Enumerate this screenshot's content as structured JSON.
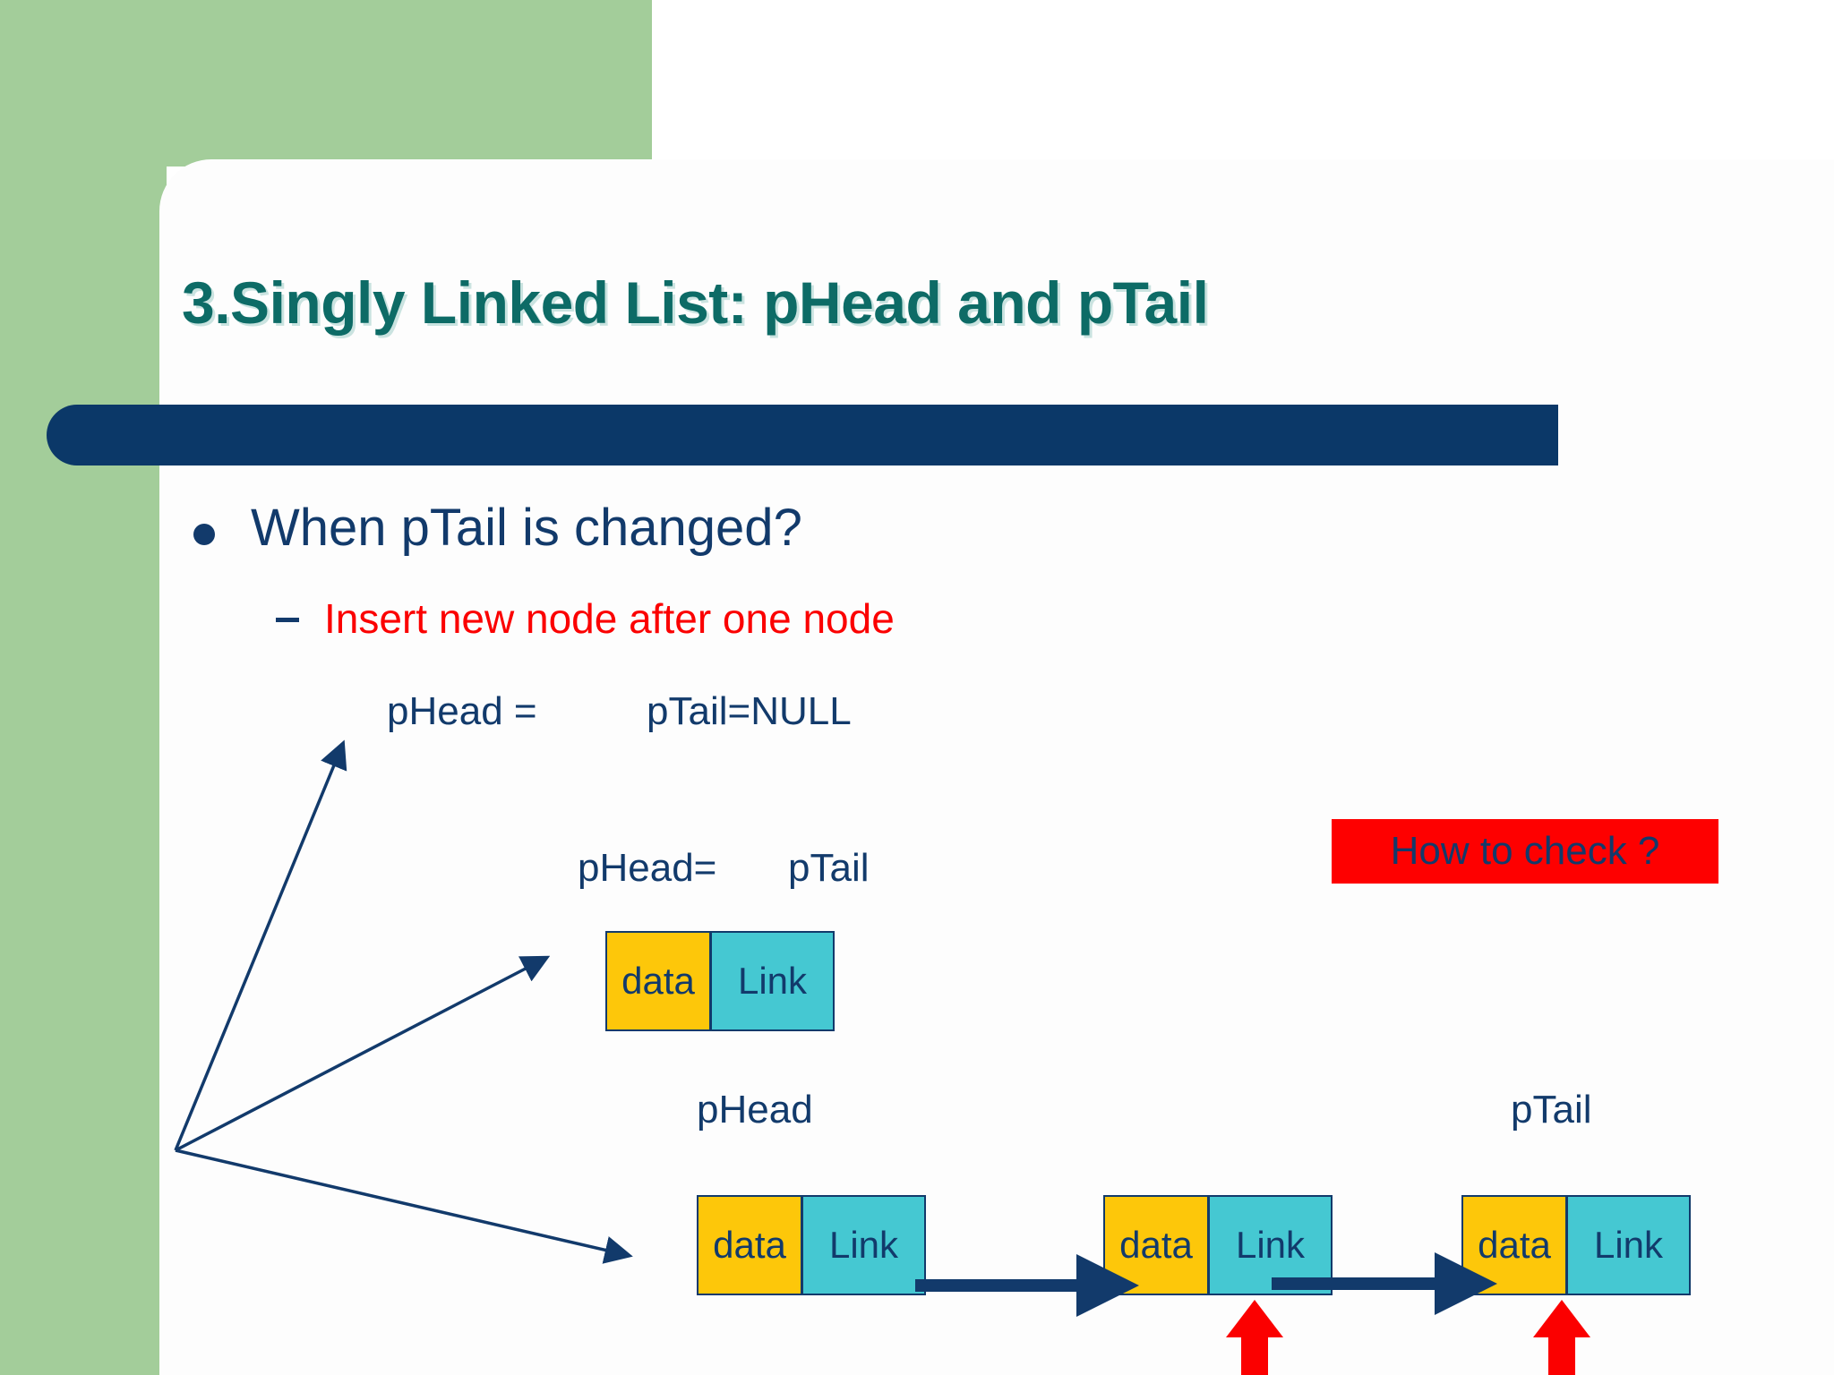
{
  "slide": {
    "title": "3.Singly Linked List: pHead and pTail",
    "bullets": {
      "level1": "When pTail is changed?",
      "level2": "Insert new node after one node"
    },
    "labels": {
      "phead_null": "pHead =",
      "ptail_null": "pTail=NULL",
      "phead_eq": "pHead=",
      "ptail_eq": "pTail",
      "phead_row": "pHead",
      "ptail_row": "pTail"
    },
    "callout": {
      "text": "How to check ?"
    },
    "node_cells": {
      "data": "data",
      "link": "Link"
    },
    "colors": {
      "background_green": "#a3cd9a",
      "card_white": "#fdfdfd",
      "title_teal": "#0d6b66",
      "bar_navy": "#0b3868",
      "text_navy": "#123a6b",
      "accent_red": "#fb0000",
      "callout_red": "#fe0000",
      "node_data_yellow": "#fdc70a",
      "node_link_cyan": "#45c8d2"
    }
  }
}
